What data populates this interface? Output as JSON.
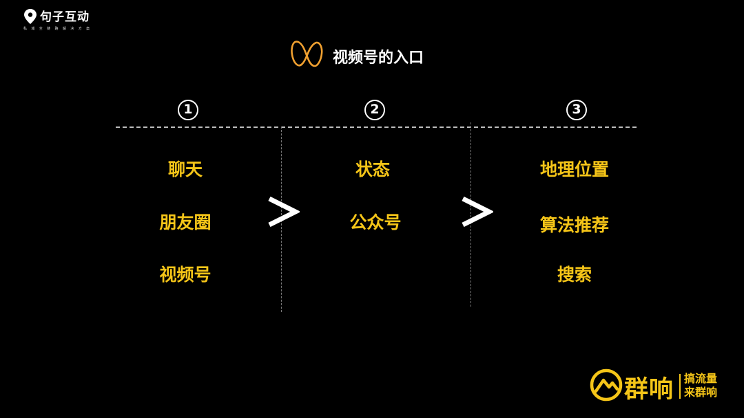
{
  "brand": {
    "name": "句子互动",
    "tagline": "私 域 全 链 路 解 决 方 案",
    "icon": "map-pin-icon"
  },
  "title": {
    "text": "视频号的入口",
    "logo_icon": "channels-butterfly-icon",
    "logo_color": "#f0a030"
  },
  "steps": [
    {
      "number": "1",
      "items": [
        "聊天",
        "朋友圈",
        "视频号"
      ]
    },
    {
      "number": "2",
      "items": [
        "状态",
        "公众号"
      ]
    },
    {
      "number": "3",
      "items": [
        "地理位置",
        "算法推荐",
        "搜索"
      ]
    }
  ],
  "separators": {
    "icon": "chevron-right-icon"
  },
  "footer": {
    "logo_icon": "mountain-circle-icon",
    "name": "群响",
    "slogan_line1": "搞流量",
    "slogan_line2": "来群响"
  },
  "colors": {
    "background": "#000000",
    "accent": "#f5c518",
    "text": "#ffffff"
  }
}
